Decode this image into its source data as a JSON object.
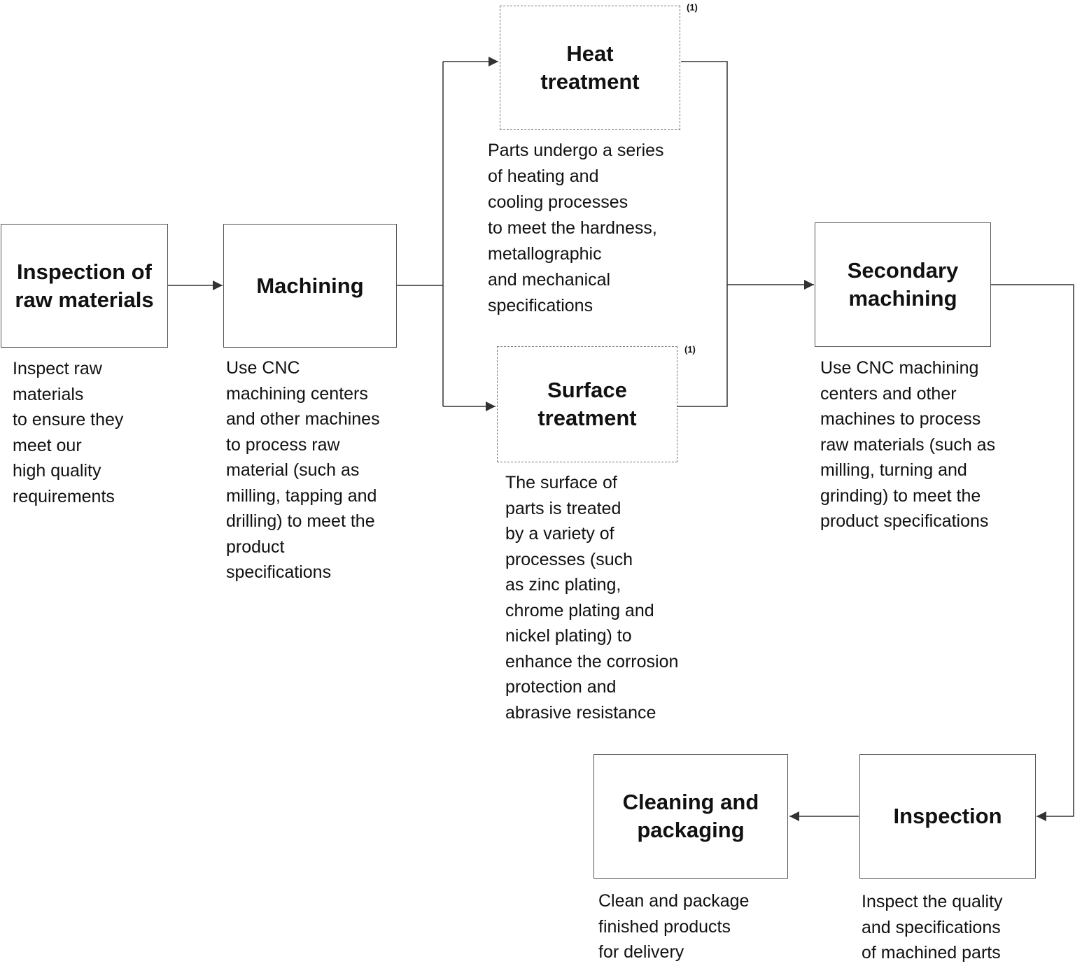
{
  "steps": {
    "inspection_raw": {
      "title": "Inspection of\nraw materials",
      "description": "Inspect raw\nmaterials\nto ensure they\nmeet our\nhigh quality\nrequirements"
    },
    "machining": {
      "title": "Machining",
      "description": "Use CNC\nmachining centers\nand other machines\nto process raw\nmaterial (such as\nmilling, tapping and\ndrilling) to meet the\nproduct\nspecifications"
    },
    "heat_treatment": {
      "title": "Heat\ntreatment",
      "note": "(1)",
      "description": "Parts undergo a series\nof heating and\ncooling processes\n to meet the hardness,\nmetallographic\nand mechanical\nspecifications"
    },
    "surface_treatment": {
      "title": "Surface\ntreatment",
      "note": "(1)",
      "description": "The surface of\nparts is treated\nby a variety of\nprocesses (such\nas zinc plating,\nchrome plating and\nnickel plating) to\nenhance the corrosion\nprotection and\nabrasive resistance"
    },
    "secondary_machining": {
      "title": "Secondary\nmachining",
      "description": "Use CNC machining\ncenters and other\nmachines to process\nraw materials (such as\nmilling, turning and\ngrinding) to meet the\nproduct specifications"
    },
    "inspection": {
      "title": "Inspection",
      "description": "Inspect the quality\nand specifications\nof machined parts"
    },
    "cleaning_packaging": {
      "title": "Cleaning and\npackaging",
      "description": "Clean and package\nfinished products\nfor delivery"
    }
  },
  "colors": {
    "line": "#333333",
    "box_border": "#555555",
    "dashed_border": "#777777",
    "text": "#111111"
  }
}
